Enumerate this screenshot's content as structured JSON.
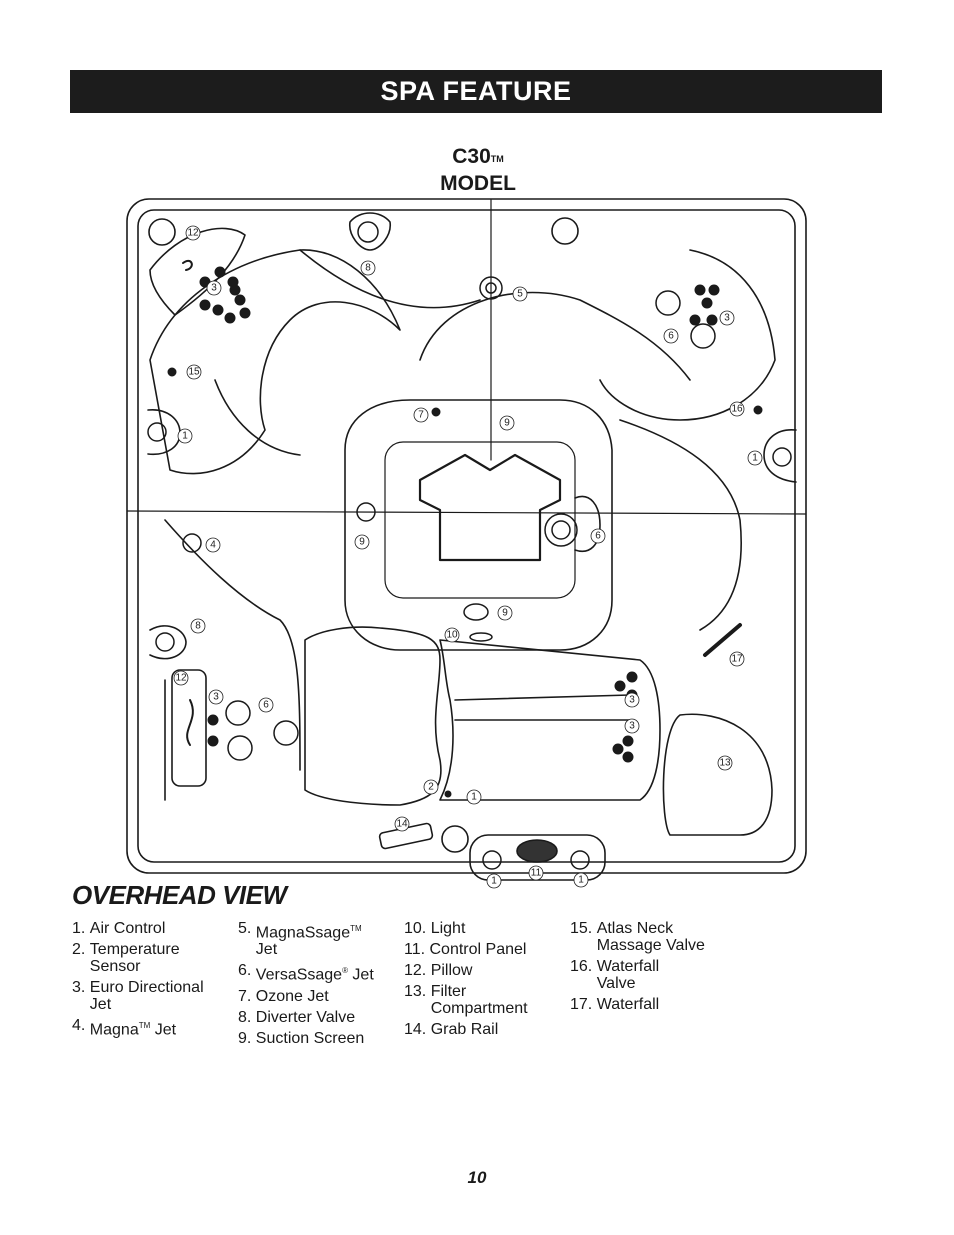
{
  "header": {
    "title": "SPA FEATURE"
  },
  "model": {
    "name": "C30",
    "tm": "TM",
    "label": "MODEL"
  },
  "section_title": "OVERHEAD VIEW",
  "legend": {
    "col1": [
      {
        "num": "1. ",
        "text": "Air Control"
      },
      {
        "num": "2. ",
        "text": "Temperature Sensor"
      },
      {
        "num": "3. ",
        "text": "Euro Directional Jet"
      },
      {
        "num": "4. ",
        "text": "Magna",
        "sup": "TM",
        "after": " Jet"
      }
    ],
    "col2": [
      {
        "num": "5. ",
        "text": "MagnaSsage",
        "sup": "TM",
        "after": " Jet"
      },
      {
        "num": "6. ",
        "text": "VersaSsage",
        "sup": "®",
        "after": " Jet"
      },
      {
        "num": "7. ",
        "text": "Ozone Jet"
      },
      {
        "num": "8. ",
        "text": "Diverter Valve"
      },
      {
        "num": "9. ",
        "text": "Suction Screen"
      }
    ],
    "col3": [
      {
        "num": "10. ",
        "text": "Light"
      },
      {
        "num": "11. ",
        "text": "Control Panel"
      },
      {
        "num": "12. ",
        "text": "Pillow"
      },
      {
        "num": "13. ",
        "text": "Filter Compartment"
      },
      {
        "num": "14. ",
        "text": "Grab Rail"
      }
    ],
    "col4": [
      {
        "num": "15. ",
        "text": "Atlas Neck Massage Valve"
      },
      {
        "num": "16. ",
        "text": "Waterfall Valve"
      },
      {
        "num": "17. ",
        "text": "Waterfall"
      }
    ]
  },
  "callouts": [
    "12",
    "8",
    "3",
    "5",
    "6",
    "3",
    "15",
    "16",
    "7",
    "9",
    "1",
    "1",
    "4",
    "9",
    "6",
    "9",
    "8",
    "10",
    "17",
    "12",
    "3",
    "6",
    "3",
    "3",
    "13",
    "2",
    "1",
    "14",
    "11",
    "1",
    "1"
  ],
  "page_number": "10"
}
